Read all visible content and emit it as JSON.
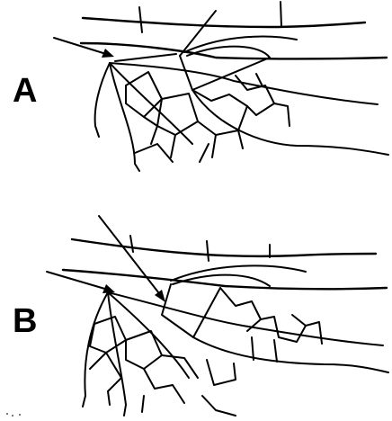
{
  "figure": {
    "panels": [
      {
        "id": "A",
        "label": "A"
      },
      {
        "id": "B",
        "label": "B"
      }
    ],
    "colors": {
      "background": "#ffffff",
      "ink": "#000000"
    }
  }
}
